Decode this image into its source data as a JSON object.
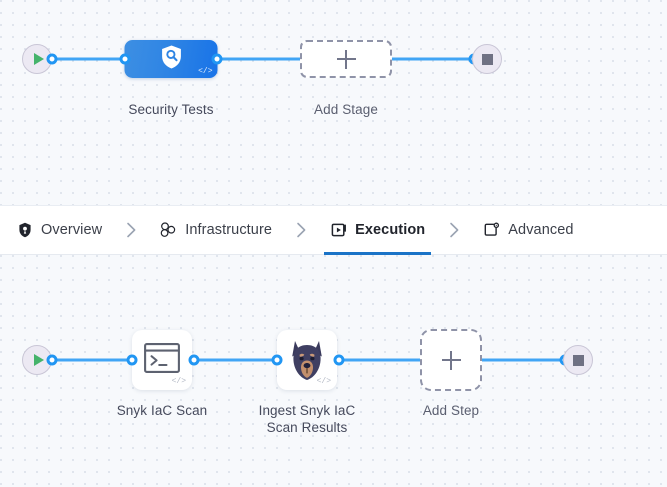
{
  "tabs": [
    {
      "id": "overview",
      "label": "Overview",
      "icon": "shield-icon",
      "active": false
    },
    {
      "id": "infrastructure",
      "label": "Infrastructure",
      "icon": "infrastructure-icon",
      "active": false
    },
    {
      "id": "execution",
      "label": "Execution",
      "icon": "execution-play-icon",
      "active": true
    },
    {
      "id": "advanced",
      "label": "Advanced",
      "icon": "advanced-gear-icon",
      "active": false
    }
  ],
  "separator": "chevron-right-icon",
  "stage_pipeline": {
    "start_node": {
      "name": "pipeline-start",
      "icon": "play-icon"
    },
    "end_node": {
      "name": "pipeline-end",
      "icon": "stop-icon"
    },
    "stages": [
      {
        "id": "security-tests",
        "label": "Security Tests",
        "icon": "shield-search-icon",
        "badge": "</>"
      }
    ],
    "add_stage": {
      "label": "Add Stage",
      "icon": "plus-icon"
    }
  },
  "step_pipeline": {
    "start_node": {
      "name": "execution-start",
      "icon": "play-icon"
    },
    "end_node": {
      "name": "execution-end",
      "icon": "stop-icon"
    },
    "steps": [
      {
        "id": "snyk-iac-scan",
        "label": "Snyk IaC Scan",
        "icon": "terminal-icon",
        "badge": "</>"
      },
      {
        "id": "ingest-snyk-iac",
        "label": "Ingest Snyk IaC Scan Results",
        "icon": "snyk-dog-icon",
        "badge": "</>"
      }
    ],
    "add_step": {
      "label": "Add Step",
      "icon": "plus-icon"
    }
  },
  "colors": {
    "accent_blue": "#2196f3",
    "active_tab_underline": "#1a73c7",
    "stage_gradient_from": "#3d8fe3",
    "stage_gradient_to": "#1873e8",
    "canvas_background": "#f7f9fc",
    "start_icon_green": "#45b36b",
    "stop_icon_gray": "#6f7183"
  }
}
